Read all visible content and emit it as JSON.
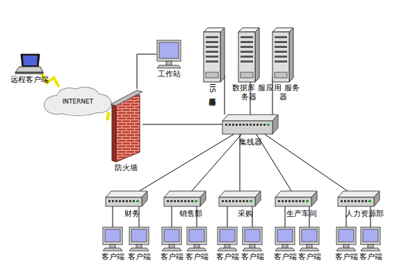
{
  "diagram": {
    "nodes": [
      {
        "text": [
          "远程客户端"
        ]
      },
      {
        "text": [
          "INTERNET"
        ]
      },
      {
        "text": [
          "工作站"
        ]
      },
      {
        "text": [
          "IIS服务器"
        ]
      },
      {
        "text": [
          "数据库 服务器"
        ]
      },
      {
        "text": [
          "应用 服务器"
        ]
      },
      {
        "text": [
          "防火墙"
        ]
      },
      {
        "text": [
          "集线器"
        ]
      },
      {
        "text": [
          "财务"
        ]
      },
      {
        "text": [
          "销售部"
        ]
      },
      {
        "text": [
          "采购"
        ]
      },
      {
        "text": [
          "生产车间"
        ]
      },
      {
        "text": [
          "人力资源部"
        ]
      },
      {
        "text": [
          "客户端"
        ]
      },
      {
        "text": [
          "客户端"
        ]
      },
      {
        "text": [
          "客户端"
        ]
      },
      {
        "text": [
          "客户端"
        ]
      },
      {
        "text": [
          "客户端"
        ]
      },
      {
        "text": [
          "客户端"
        ]
      },
      {
        "text": [
          "客户端"
        ]
      },
      {
        "text": [
          "客户端"
        ]
      },
      {
        "text": [
          "客户端"
        ]
      },
      {
        "text": [
          "客户端"
        ]
      }
    ],
    "edges": [
      {
        "from": 0,
        "to": 1,
        "arrow": "none"
      },
      {
        "from": 1,
        "to": 6,
        "arrow": "none"
      },
      {
        "from": 6,
        "to": 2,
        "arrow": "none"
      },
      {
        "from": 6,
        "to": 7,
        "arrow": "none"
      },
      {
        "from": 3,
        "to": 7,
        "arrow": "none"
      },
      {
        "from": 4,
        "to": 7,
        "arrow": "none"
      },
      {
        "from": 5,
        "to": 7,
        "arrow": "none"
      },
      {
        "from": 7,
        "to": 8,
        "arrow": "none"
      },
      {
        "from": 7,
        "to": 9,
        "arrow": "none"
      },
      {
        "from": 7,
        "to": 10,
        "arrow": "none"
      },
      {
        "from": 7,
        "to": 11,
        "arrow": "none"
      },
      {
        "from": 7,
        "to": 12,
        "arrow": "none"
      },
      {
        "from": 8,
        "to": 13,
        "arrow": "none"
      },
      {
        "from": 8,
        "to": 14,
        "arrow": "none"
      },
      {
        "from": 9,
        "to": 15,
        "arrow": "none"
      },
      {
        "from": 9,
        "to": 16,
        "arrow": "none"
      },
      {
        "from": 10,
        "to": 17,
        "arrow": "none"
      },
      {
        "from": 10,
        "to": 18,
        "arrow": "none"
      },
      {
        "from": 11,
        "to": 19,
        "arrow": "none"
      },
      {
        "from": 11,
        "to": 20,
        "arrow": "none"
      },
      {
        "from": 12,
        "to": 21,
        "arrow": "none"
      },
      {
        "from": 12,
        "to": 22,
        "arrow": "none"
      }
    ]
  }
}
